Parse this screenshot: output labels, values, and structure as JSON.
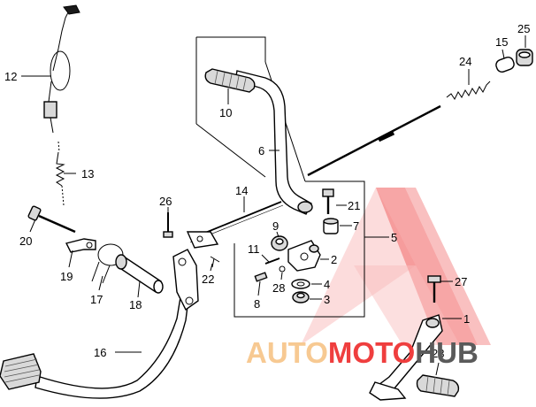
{
  "labels": {
    "p1": "1",
    "p2": "2",
    "p3": "3",
    "p4": "4",
    "p5": "5",
    "p6": "6",
    "p7": "7",
    "p8": "8",
    "p9": "9",
    "p10": "10",
    "p11": "11",
    "p12": "12",
    "p13": "13",
    "p14": "14",
    "p15": "15",
    "p16": "16",
    "p17": "17",
    "p18": "18",
    "p19": "19",
    "p20": "20",
    "p21": "21",
    "p22": "22",
    "p23": "23",
    "p24": "24",
    "p25": "25",
    "p26": "26",
    "p27": "27",
    "p28": "28"
  },
  "watermark": {
    "part1": "AUTO",
    "part2": "MOTO",
    "part3": "HUB",
    "color_auto": "#f7c992",
    "color_moto": "#ef3e3e",
    "color_hub": "#5a5a5a",
    "triangle_color": "#f26b6b"
  }
}
